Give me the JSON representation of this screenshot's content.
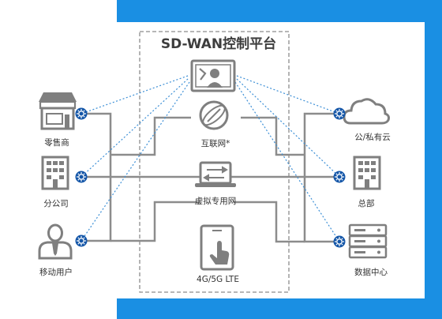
{
  "diagram": {
    "title": "SD-WAN控制平台",
    "networks": {
      "internet": "互联网*",
      "vpn": "虚拟专用网",
      "lte": "4G/5G LTE"
    },
    "left_nodes": {
      "retail": "零售商",
      "branch": "分公司",
      "mobile": "移动用户"
    },
    "right_nodes": {
      "cloud": "公/私有云",
      "hq": "总部",
      "datacenter": "数据中心"
    }
  },
  "colors": {
    "accent_blue": "#1a8fe3",
    "icon_gray": "#7f7f7f",
    "line_gray": "#8c8c8c",
    "dotted_blue": "#3c8fd6",
    "node_blue": "#1456a8"
  },
  "icons": [
    "storefront-icon",
    "building-icon",
    "user-icon",
    "cloud-icon",
    "datacenter-icon",
    "globe-icon",
    "laptop-icon",
    "phone-icon",
    "controller-icon",
    "gear-node-icon"
  ]
}
